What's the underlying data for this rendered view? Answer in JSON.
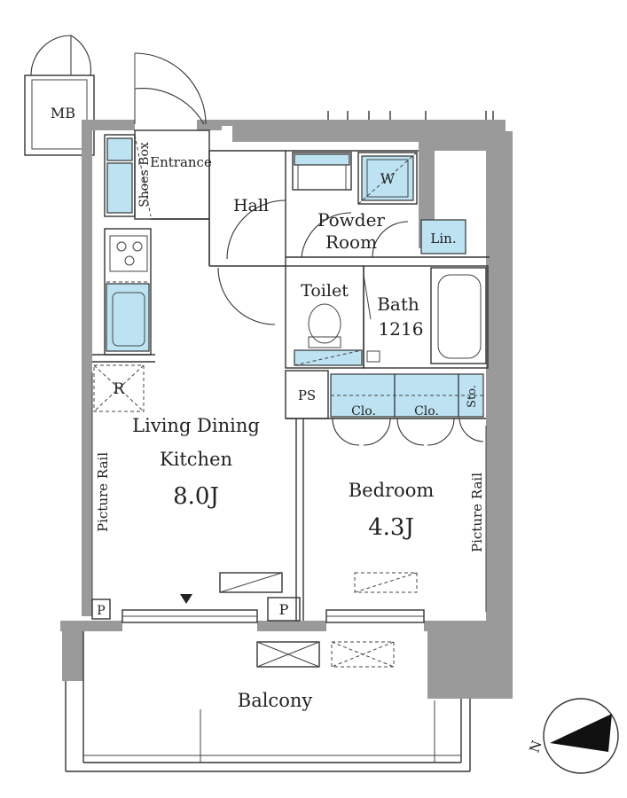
{
  "rooms": {
    "mb": "MB",
    "entrance": "Entrance",
    "shoes_box": "Shoes Box",
    "hall": "Hall",
    "powder_room_line1": "Powder",
    "powder_room_line2": "Room",
    "washer": "W",
    "linen": "Lin.",
    "toilet": "Toilet",
    "bath_line1": "Bath",
    "bath_line2": "1216",
    "ps": "PS",
    "closet1": "Clo.",
    "closet2": "Clo.",
    "storage": "Sto.",
    "refrigerator": "R",
    "ldk_line1": "Living Dining",
    "ldk_line2": "Kitchen",
    "ldk_size": "8.0J",
    "bedroom": "Bedroom",
    "bedroom_size": "4.3J",
    "picture_rail_left": "Picture Rail",
    "picture_rail_right": "Picture Rail",
    "pipe_left": "P",
    "pipe_right": "P",
    "balcony": "Balcony",
    "north": "N"
  }
}
